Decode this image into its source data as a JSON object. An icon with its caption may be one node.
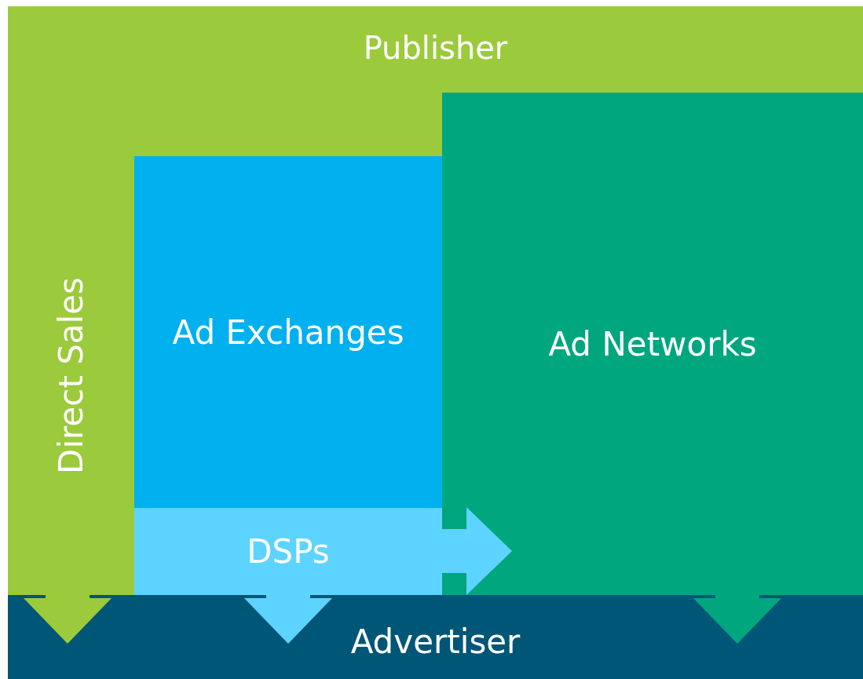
{
  "diagram": {
    "nodes": [
      {
        "text": [
          "Publisher"
        ]
      },
      {
        "text": [
          "Direct Sales"
        ]
      },
      {
        "text": [
          "Ad Exchanges"
        ]
      },
      {
        "text": [
          "DSPs"
        ]
      },
      {
        "text": [
          "Ad Networks"
        ]
      },
      {
        "text": [
          "Advertiser"
        ]
      }
    ],
    "edges": [
      {
        "from": 1,
        "to": 5,
        "arrow": "to",
        "color": "#9bca3c"
      },
      {
        "from": 3,
        "to": 5,
        "arrow": "to"
      },
      {
        "from": 3,
        "to": 4,
        "arrow": "to"
      },
      {
        "from": 4,
        "to": 5,
        "arrow": "to",
        "color": "#00a67e"
      }
    ]
  }
}
